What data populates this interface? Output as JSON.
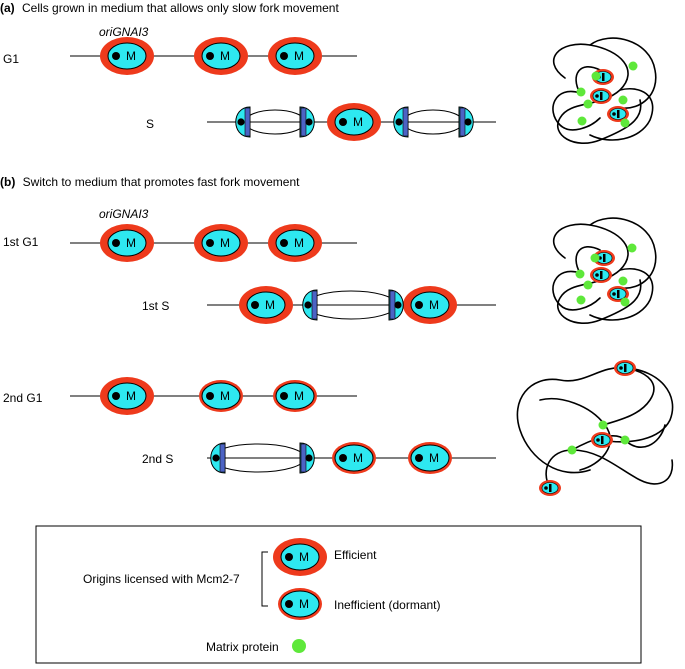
{
  "sections": [
    {
      "letter": "(a)",
      "title": "Cells grown in medium that allows only slow fork movement"
    },
    {
      "letter": "(b)",
      "title": "Switch to medium that promotes fast fork movement"
    }
  ],
  "origin_name": "oriGNAI3",
  "origin_letter": "M",
  "rows": [
    {
      "label": "G1"
    },
    {
      "label": "S"
    },
    {
      "label": "1st G1"
    },
    {
      "label": "1st S"
    },
    {
      "label": "2nd G1"
    },
    {
      "label": "2nd S"
    }
  ],
  "legend": {
    "group_label": "Origins licensed with Mcm2-7",
    "efficient": "Efficient",
    "inefficient": "Inefficient (dormant)",
    "matrix": "Matrix protein"
  },
  "colors": {
    "origin_fill": "#2ee8f0",
    "efficient_ring": "#ee3a1c",
    "mcm_blue": "#4c63c4",
    "matrix_green": "#5ee83a",
    "line": "#000000"
  }
}
